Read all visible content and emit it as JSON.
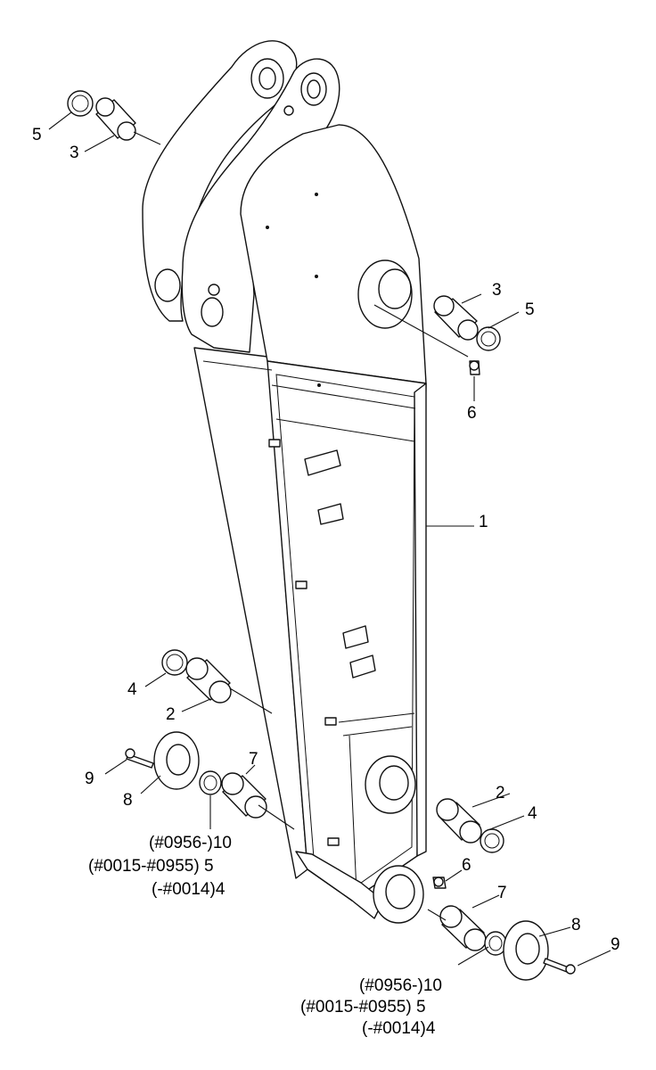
{
  "callouts": [
    {
      "id": "c-5-top-left",
      "text": "5"
    },
    {
      "id": "c-3-top-left",
      "text": "3"
    },
    {
      "id": "c-3-right",
      "text": "3"
    },
    {
      "id": "c-5-right",
      "text": "5"
    },
    {
      "id": "c-6-upper",
      "text": "6"
    },
    {
      "id": "c-1",
      "text": "1"
    },
    {
      "id": "c-4-left",
      "text": "4"
    },
    {
      "id": "c-2-left",
      "text": "2"
    },
    {
      "id": "c-9-left",
      "text": "9"
    },
    {
      "id": "c-8-left",
      "text": "8"
    },
    {
      "id": "c-7-left",
      "text": "7"
    },
    {
      "id": "c-2-right",
      "text": "2"
    },
    {
      "id": "c-4-right",
      "text": "4"
    },
    {
      "id": "c-6-lower",
      "text": "6"
    },
    {
      "id": "c-7-right",
      "text": "7"
    },
    {
      "id": "c-8-right",
      "text": "8"
    },
    {
      "id": "c-9-right",
      "text": "9"
    }
  ],
  "variants_left": [
    {
      "serial": "(#0956-)",
      "part": "10"
    },
    {
      "serial": "(#0015-#0955)",
      "part": "5"
    },
    {
      "serial": "(-#0014)",
      "part": "4"
    }
  ],
  "variants_right": [
    {
      "serial": "(#0956-)",
      "part": "10"
    },
    {
      "serial": "(#0015-#0955)",
      "part": "5"
    },
    {
      "serial": "(-#0014)",
      "part": "4"
    }
  ]
}
